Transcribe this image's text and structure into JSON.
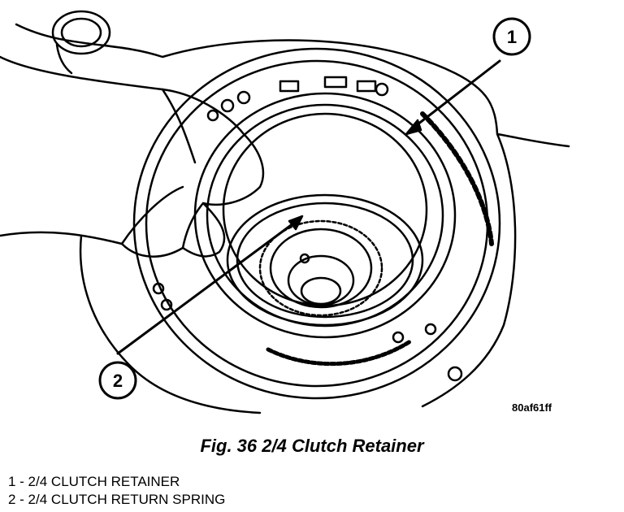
{
  "figure": {
    "reference_code": "80af61ff",
    "caption": "Fig. 36 2/4 Clutch Retainer",
    "callouts": [
      {
        "number": "1"
      },
      {
        "number": "2"
      }
    ],
    "legend": [
      "1 - 2/4 CLUTCH RETAINER",
      "2 - 2/4 CLUTCH RETURN SPRING"
    ]
  },
  "colors": {
    "ink": "#000000",
    "paper": "#ffffff"
  }
}
